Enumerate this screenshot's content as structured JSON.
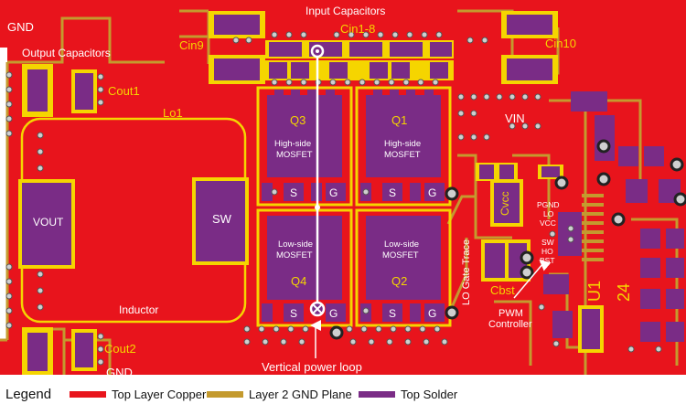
{
  "colors": {
    "copper": "#e8141c",
    "gnd_plane": "#c49a2e",
    "solder": "#7a2c86",
    "outline": "#f5d500",
    "via": "#cfcfcf",
    "text_dark": "#111111",
    "text_light": "#ffffff"
  },
  "labels": {
    "gnd_top": "GND",
    "gnd_bottom": "GND",
    "output_capacitors": "Output Capacitors",
    "cout1": "Cout1",
    "cout2": "Cout2",
    "lo1": "Lo1",
    "vout": "VOUT",
    "inductor": "Inductor",
    "sw": "SW",
    "input_capacitors": "Input Capacitors",
    "cin9": "Cin9",
    "cin1_8": "Cin1-8",
    "cin10": "Cin10",
    "vin": "VIN",
    "q3": "Q3",
    "q1": "Q1",
    "q4": "Q4",
    "q2": "Q2",
    "high_side_1": "High-side",
    "high_side_2": "MOSFET",
    "low_side_1": "Low-side",
    "low_side_2": "MOSFET",
    "pin_s": "S",
    "pin_g": "G",
    "lo_gate_trace": "LO Gate Trace",
    "cvcc": "Cvcc",
    "cbst": "Cbst",
    "pgnd": "PGND",
    "lo": "LO",
    "vcc": "VCC",
    "sw_pin": "SW",
    "ho": "HO",
    "bst": "BST",
    "u1": "U1",
    "num_24": "24",
    "pwm_1": "PWM",
    "pwm_2": "Controller",
    "vertical_power_loop": "Vertical power loop"
  },
  "legend": {
    "title": "Legend",
    "items": [
      {
        "label": "Top Layer Copper",
        "color": "#e8141c"
      },
      {
        "label": "Layer 2 GND Plane",
        "color": "#c49a2e"
      },
      {
        "label": "Top Solder",
        "color": "#7a2c86"
      }
    ]
  }
}
